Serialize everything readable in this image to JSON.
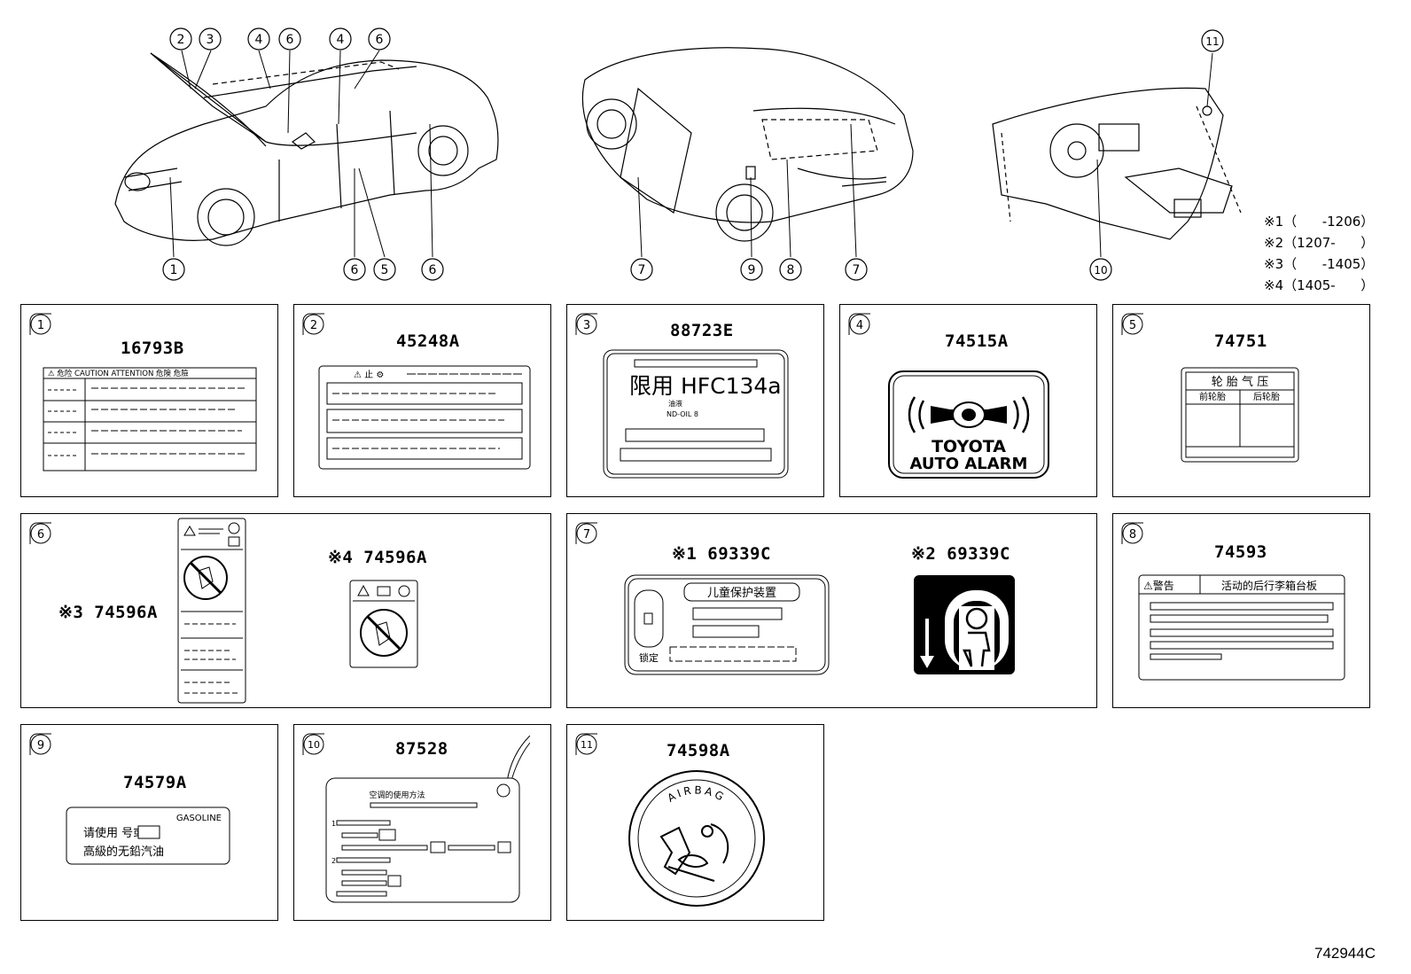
{
  "top_callouts": {
    "front_car": [
      "2",
      "3",
      "4",
      "6",
      "4",
      "6",
      "1",
      "6",
      "5",
      "6"
    ],
    "rear_car": [
      "7",
      "9",
      "8",
      "7"
    ],
    "dash": [
      "11",
      "10"
    ]
  },
  "legend": [
    "※1（      -1206）",
    "※2（1207-      ）",
    "※3（      -1405）",
    "※4（1405-      ）"
  ],
  "panels": [
    {
      "num": "1",
      "part": "16793B",
      "label_text": "⚠ 危险  CAUTION  ATTENTION  危険  危險"
    },
    {
      "num": "2",
      "part": "45248A",
      "label_text": "⚠ 止  ⚙"
    },
    {
      "num": "3",
      "part": "88723E",
      "label_text": "限用 HFC134a",
      "sub1": "油液",
      "sub2": "ND-OIL 8"
    },
    {
      "num": "4",
      "part": "74515A",
      "label_line1": "TOYOTA",
      "label_line2": "AUTO ALARM"
    },
    {
      "num": "5",
      "part": "74751",
      "label_title": "轮 胎 气 压",
      "col1": "前轮胎",
      "col2": "后轮胎"
    },
    {
      "num": "6",
      "part_a": "※3 74596A",
      "part_b": "※4 74596A"
    },
    {
      "num": "7",
      "part_a": "※1 69339C",
      "part_b": "※2 69339C",
      "label_title": "儿童保护装置",
      "lock": "锁定"
    },
    {
      "num": "8",
      "part": "74593",
      "label_warn": "⚠警告",
      "label_title": "活动的后行李箱台板"
    },
    {
      "num": "9",
      "part": "74579A",
      "label_top": "GASOLINE",
      "line1": "请使用     号或更",
      "line2": "高級的无鉛汽油"
    },
    {
      "num": "10",
      "part": "87528",
      "label_title": "空调的使用方法",
      "item1": "1",
      "item2": "2"
    },
    {
      "num": "11",
      "part": "74598A",
      "label_ring": "AIRBAG"
    }
  ],
  "diagram_code": "742944C"
}
